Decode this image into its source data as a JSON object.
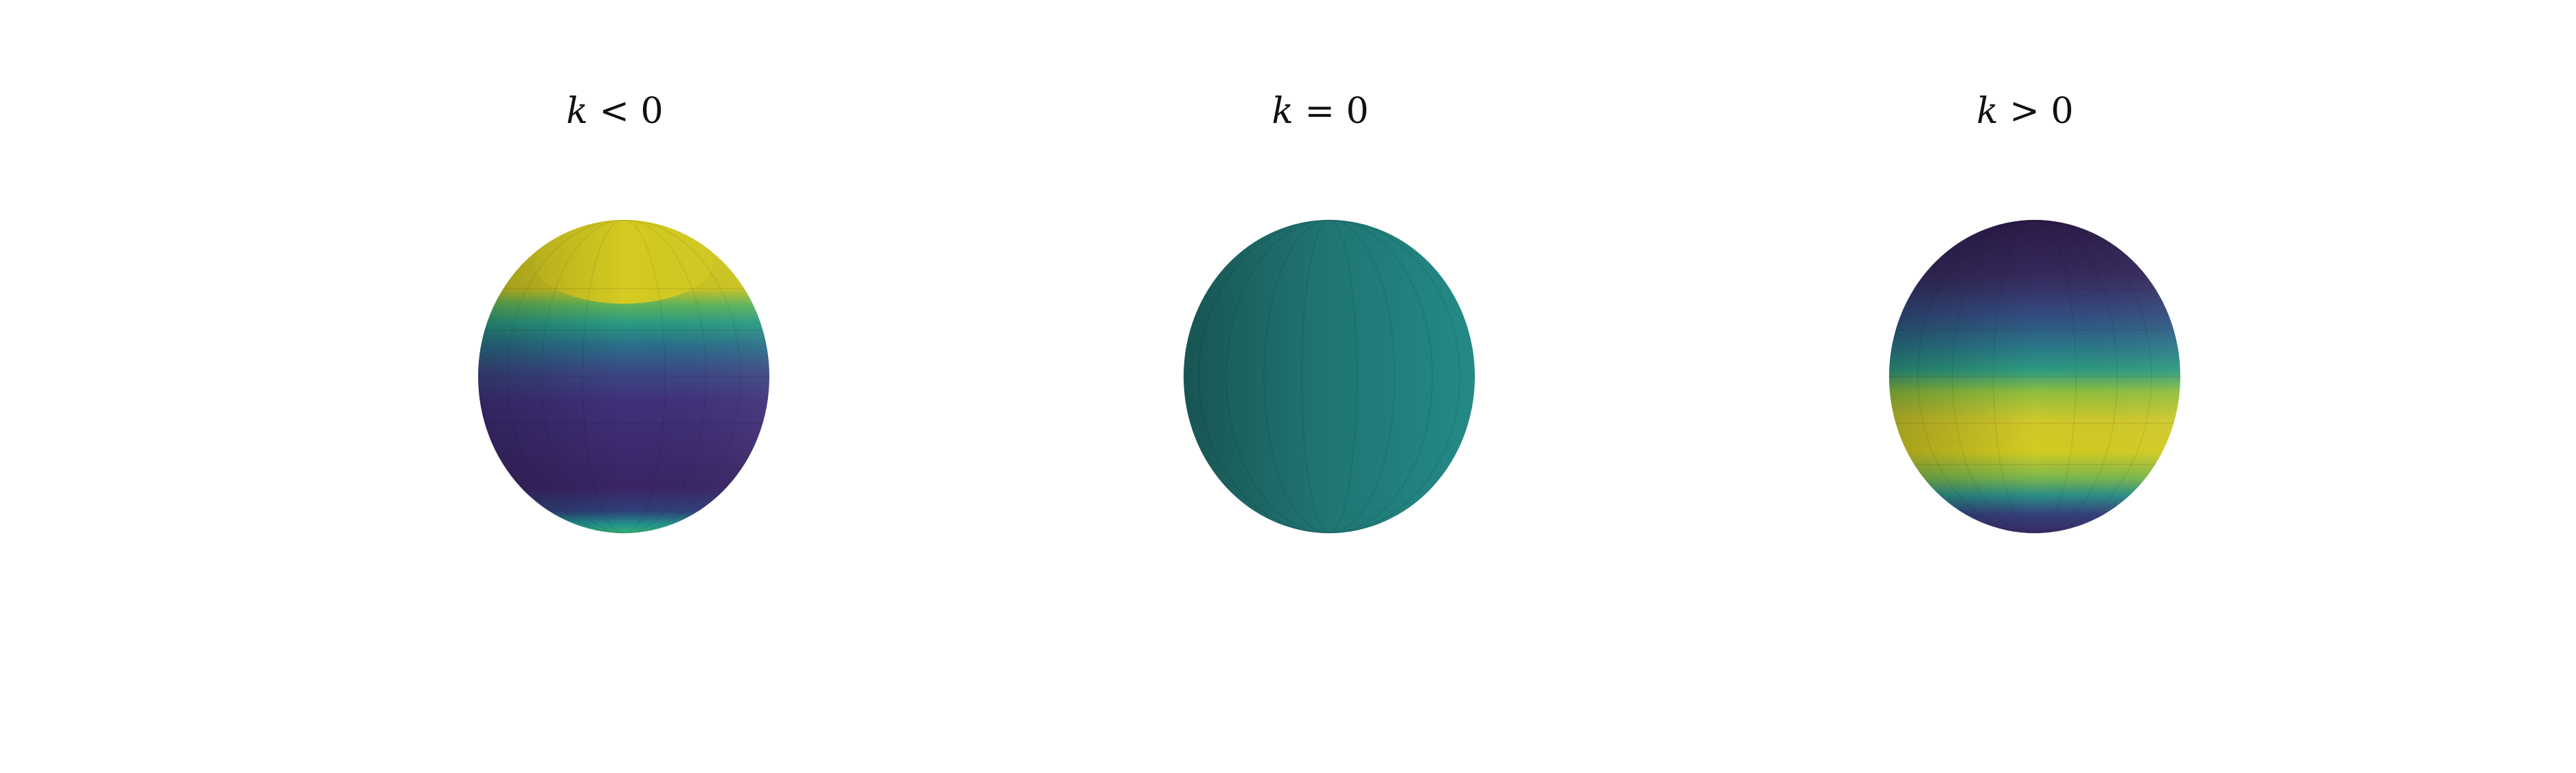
{
  "figure": {
    "panels": [
      {
        "variable": "k",
        "relation": "<",
        "value": "0",
        "shading": "yellow-cap-top-purple-body",
        "top_color": "#d8cd1f",
        "body_color": "#3a2569"
      },
      {
        "variable": "k",
        "relation": "=",
        "value": "0",
        "shading": "uniform-teal",
        "body_color": "#217c7a"
      },
      {
        "variable": "k",
        "relation": ">",
        "value": "0",
        "shading": "purple-poles-yellow-band",
        "top_color": "#2c1a4c",
        "band_color": "#e2d81e"
      }
    ]
  }
}
